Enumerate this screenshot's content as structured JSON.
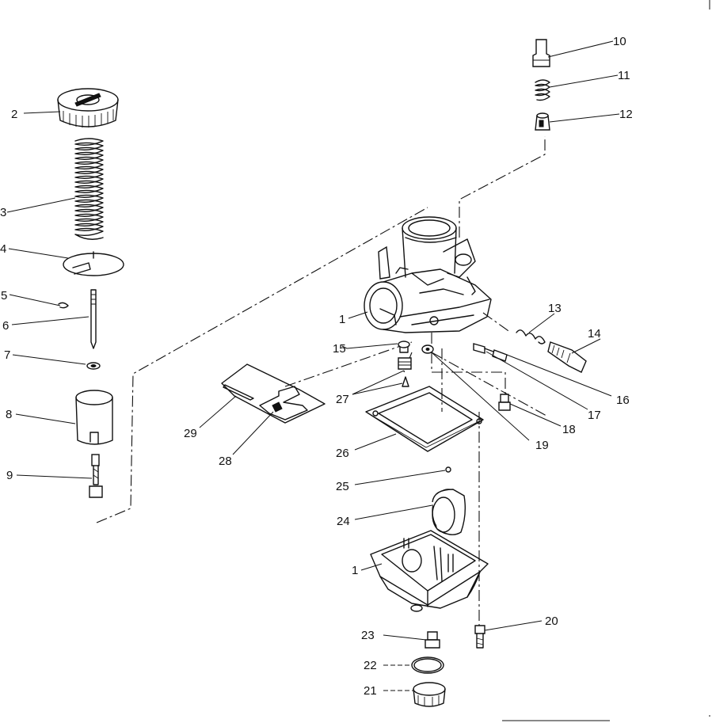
{
  "callouts": {
    "c1a": "1",
    "c1b": "1",
    "c2": "2",
    "c3": "3",
    "c4": "4",
    "c5": "5",
    "c6": "6",
    "c7": "7",
    "c8": "8",
    "c9": "9",
    "c10": "10",
    "c11": "11",
    "c12": "12",
    "c13": "13",
    "c14": "14",
    "c15": "15",
    "c16": "16",
    "c17": "17",
    "c18": "18",
    "c19": "19",
    "c20": "20",
    "c21": "21",
    "c22": "22",
    "c23": "23",
    "c24": "24",
    "c25": "25",
    "c26": "26",
    "c27": "27",
    "c28": "28",
    "c29": "29"
  }
}
